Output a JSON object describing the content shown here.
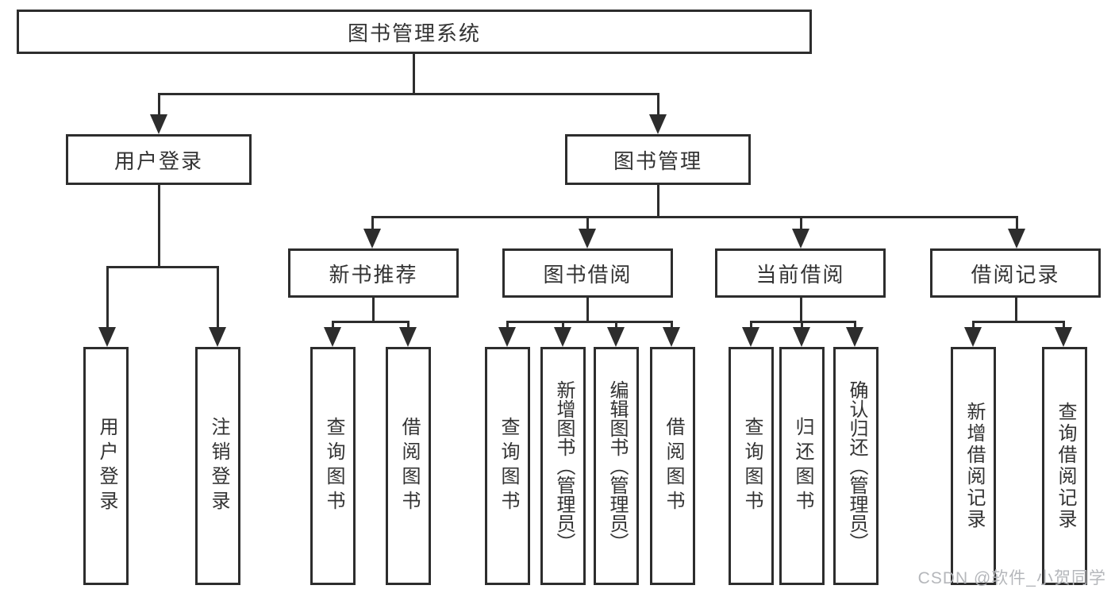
{
  "diagram": {
    "title": "图书管理系统",
    "level2": [
      {
        "label": "用户登录"
      },
      {
        "label": "图书管理"
      }
    ],
    "level3": [
      {
        "label": "新书推荐",
        "parent": "图书管理"
      },
      {
        "label": "图书借阅",
        "parent": "图书管理"
      },
      {
        "label": "当前借阅",
        "parent": "图书管理"
      },
      {
        "label": "借阅记录",
        "parent": "图书管理"
      }
    ],
    "leaves": [
      {
        "label": "用户登录",
        "parent": "用户登录"
      },
      {
        "label": "注销登录",
        "parent": "用户登录"
      },
      {
        "label": "查询图书",
        "parent": "新书推荐"
      },
      {
        "label": "借阅图书",
        "parent": "新书推荐"
      },
      {
        "label": "查询图书",
        "parent": "图书借阅"
      },
      {
        "label": "新增图书（管理员）",
        "parent": "图书借阅"
      },
      {
        "label": "编辑图书（管理员）",
        "parent": "图书借阅"
      },
      {
        "label": "借阅图书",
        "parent": "图书借阅"
      },
      {
        "label": "查询图书",
        "parent": "当前借阅"
      },
      {
        "label": "归还图书",
        "parent": "当前借阅"
      },
      {
        "label": "确认归还（管理员）",
        "parent": "当前借阅"
      },
      {
        "label": "新增借阅记录",
        "parent": "借阅记录"
      },
      {
        "label": "查询借阅记录",
        "parent": "借阅记录"
      }
    ],
    "colors": {
      "line": "#2d2d2d",
      "text": "#333333",
      "background": "#ffffff",
      "watermark_text": "#b5b7bb"
    }
  },
  "watermark": {
    "text": "CSDN @软件_小贺同学"
  }
}
